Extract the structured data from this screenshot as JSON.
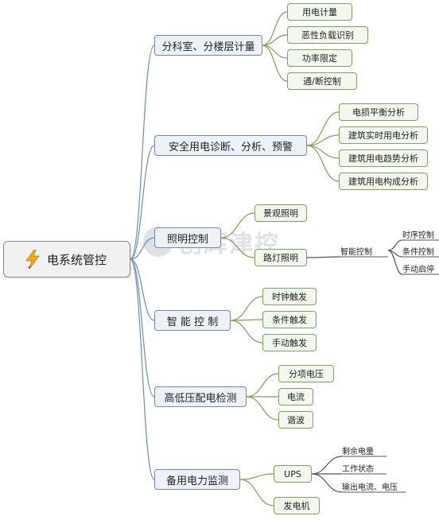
{
  "root": {
    "label": "电系统管控",
    "icon": "lightning-bolt-icon",
    "icon_color": "#f2a81d"
  },
  "watermark": {
    "text": "创辉津控"
  },
  "branches": [
    {
      "label": "分科室、分楼层计量",
      "children": [
        {
          "label": "用电计量"
        },
        {
          "label": "恶性负载识别"
        },
        {
          "label": "功率限定"
        },
        {
          "label": "通/断控制"
        }
      ]
    },
    {
      "label": "安全用电诊断、分析、预警",
      "children": [
        {
          "label": "电损平衡分析"
        },
        {
          "label": "建筑实时用电分析"
        },
        {
          "label": "建筑用电趋势分析"
        },
        {
          "label": "建筑用电构成分析"
        }
      ]
    },
    {
      "label": "照明控制",
      "children": [
        {
          "label": "景观照明"
        },
        {
          "label": "路灯照明",
          "children": [
            {
              "label": "智能控制",
              "children": [
                {
                  "label": "时序控制"
                },
                {
                  "label": "条件控制"
                },
                {
                  "label": "手动启停"
                }
              ]
            }
          ]
        }
      ]
    },
    {
      "label": "智 能 控 制",
      "children": [
        {
          "label": "时钟触发"
        },
        {
          "label": "条件触发"
        },
        {
          "label": "手动触发"
        }
      ]
    },
    {
      "label": "高低压配电检测",
      "children": [
        {
          "label": "分项电压"
        },
        {
          "label": "电流"
        },
        {
          "label": "谐波"
        }
      ]
    },
    {
      "label": "备用电力监测",
      "children": [
        {
          "label": "UPS",
          "children": [
            {
              "label": "剩余电量"
            },
            {
              "label": "工作状态"
            },
            {
              "label": "输出电流、电压"
            }
          ]
        },
        {
          "label": "发电机"
        }
      ]
    }
  ],
  "colors": {
    "level1_line": "#6b8cb8",
    "level2_line": "#7ca35a",
    "level3_line": "#555555"
  }
}
